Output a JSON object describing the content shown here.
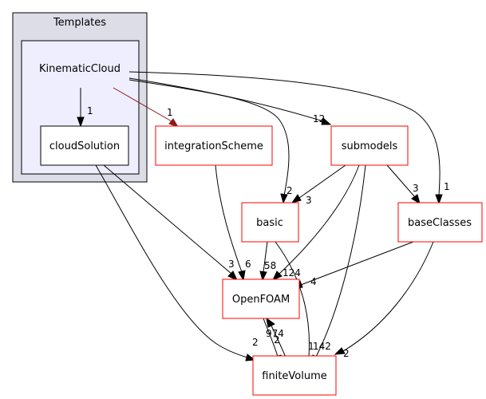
{
  "clusters": {
    "outer": {
      "label": "Templates",
      "fill": "#dddde8",
      "stroke": "#000000"
    },
    "inner": {
      "label": "KinematicCloud",
      "fill": "#eeeeff",
      "stroke": "#000000"
    }
  },
  "nodes": {
    "cloudSolution": {
      "label": "cloudSolution",
      "stroke": "#000000"
    },
    "integrationScheme": {
      "label": "integrationScheme",
      "stroke": "#ff0000"
    },
    "submodels": {
      "label": "submodels",
      "stroke": "#ff0000"
    },
    "basic": {
      "label": "basic",
      "stroke": "#ff0000"
    },
    "baseClasses": {
      "label": "baseClasses",
      "stroke": "#ff0000"
    },
    "OpenFOAM": {
      "label": "OpenFOAM",
      "stroke": "#ff0000"
    },
    "finiteVolume": {
      "label": "finiteVolume",
      "stroke": "#ff0000"
    }
  },
  "edges": {
    "kc_cloudSolution": "1",
    "kc_integrationScheme": "1",
    "kc_submodels": "12",
    "kc_basic": "2",
    "kc_baseClasses": "1",
    "cloudSolution_OpenFOAM": "3",
    "cloudSolution_finiteVolume": "2",
    "integrationScheme_OpenFOAM": "6",
    "submodels_basic": "3",
    "submodels_baseClasses": "3",
    "submodels_OpenFOAM": "124",
    "submodels_finiteVolume": "142",
    "basic_OpenFOAM": "58",
    "basic_finiteVolume": "1",
    "baseClasses_OpenFOAM": "4",
    "baseClasses_finiteVolume": "2",
    "OpenFOAM_finiteVolume": "974",
    "finiteVolume_OpenFOAM": "2"
  }
}
